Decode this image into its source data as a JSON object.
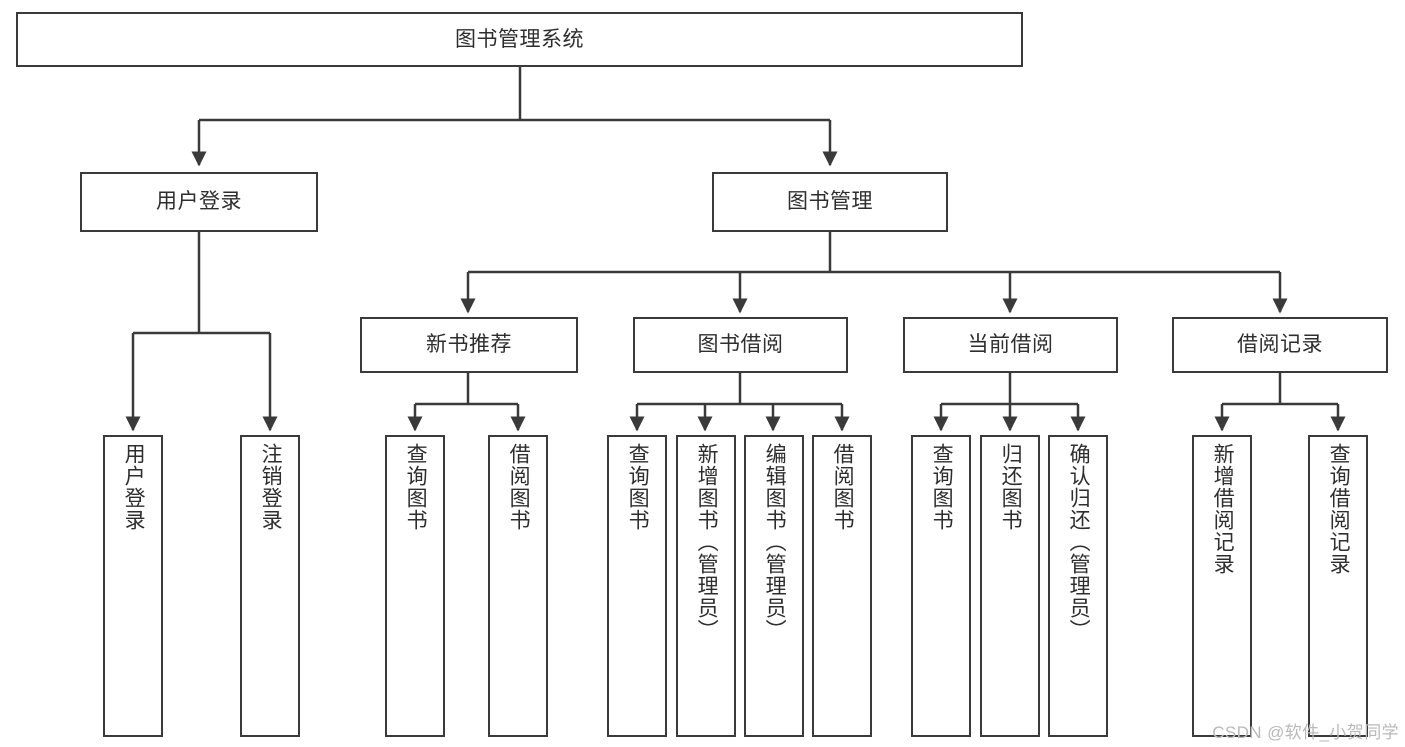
{
  "diagram": {
    "title": "图书管理系统",
    "type": "hierarchy-tree",
    "colors": {
      "box_border": "#3a3a3a",
      "box_fill": "#ffffff",
      "edge": "#3a3a3a",
      "text": "#2e2e2e",
      "watermark": "#b9b9b9"
    },
    "root": {
      "label": "图书管理系统",
      "orientation": "horizontal"
    },
    "level2": [
      {
        "label": "用户登录",
        "orientation": "horizontal"
      },
      {
        "label": "图书管理",
        "orientation": "horizontal"
      }
    ],
    "level3": [
      {
        "label": "新书推荐",
        "orientation": "horizontal"
      },
      {
        "label": "图书借阅",
        "orientation": "horizontal"
      },
      {
        "label": "当前借阅",
        "orientation": "horizontal"
      },
      {
        "label": "借阅记录",
        "orientation": "horizontal"
      }
    ],
    "leaves": {
      "user_login": [
        {
          "label": "用户登录",
          "orientation": "vertical"
        },
        {
          "label": "注销登录",
          "orientation": "vertical"
        }
      ],
      "new_book_recommend": [
        {
          "label": "查询图书",
          "orientation": "vertical"
        },
        {
          "label": "借阅图书",
          "orientation": "vertical"
        }
      ],
      "book_borrow": [
        {
          "label": "查询图书",
          "orientation": "vertical"
        },
        {
          "label": "新增图书（管理员）",
          "orientation": "vertical"
        },
        {
          "label": "编辑图书（管理员）",
          "orientation": "vertical"
        },
        {
          "label": "借阅图书",
          "orientation": "vertical"
        }
      ],
      "current_borrow": [
        {
          "label": "查询图书",
          "orientation": "vertical"
        },
        {
          "label": "归还图书",
          "orientation": "vertical"
        },
        {
          "label": "确认归还（管理员）",
          "orientation": "vertical"
        }
      ],
      "borrow_record": [
        {
          "label": "新增借阅记录",
          "orientation": "vertical"
        },
        {
          "label": "查询借阅记录",
          "orientation": "vertical"
        }
      ]
    }
  },
  "watermark": {
    "text": "CSDN @软件_小贺同学"
  }
}
